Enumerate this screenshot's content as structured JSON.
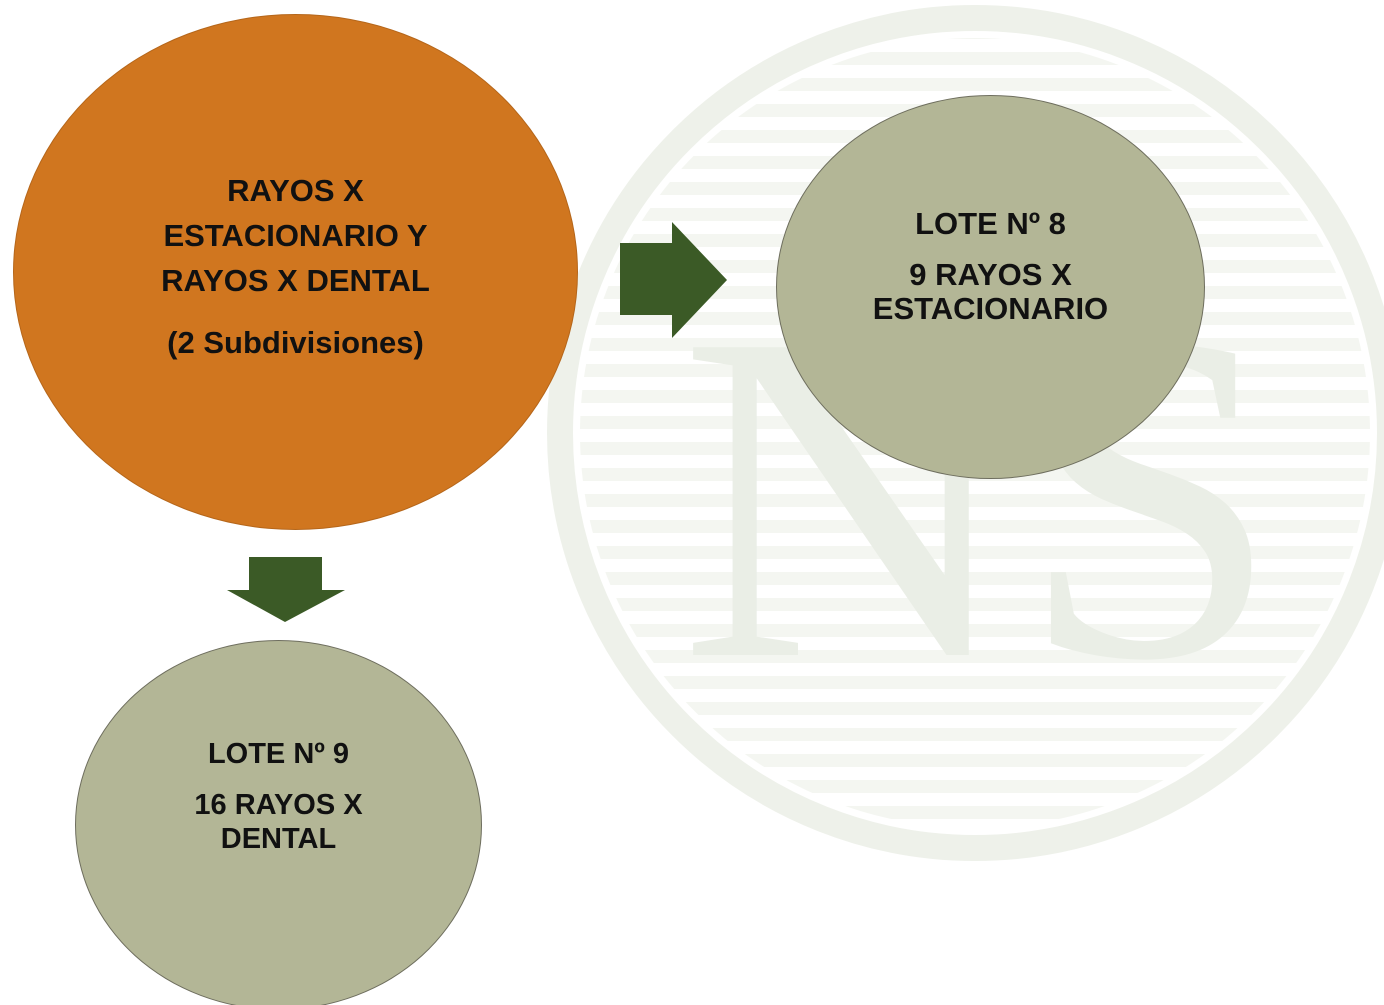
{
  "diagram": {
    "source_node": {
      "lines": [
        "RAYOS X",
        "ESTACIONARIO Y",
        "RAYOS X DENTAL"
      ],
      "note": "(2 Subdivisiones)",
      "fill": "#d0761f"
    },
    "lot_8": {
      "title": "LOTE Nº 8",
      "lines": [
        "9 RAYOS X",
        "ESTACIONARIO"
      ],
      "fill": "#b3b696"
    },
    "lot_9": {
      "title": "LOTE Nº 9",
      "lines": [
        "16 RAYOS X",
        "DENTAL"
      ],
      "fill": "#b3b696"
    },
    "arrows": [
      {
        "direction": "right",
        "color": "#3b5a26"
      },
      {
        "direction": "down",
        "color": "#3b5a26"
      }
    ],
    "watermark": {
      "text": "NS",
      "color": "#eaeee6"
    }
  }
}
